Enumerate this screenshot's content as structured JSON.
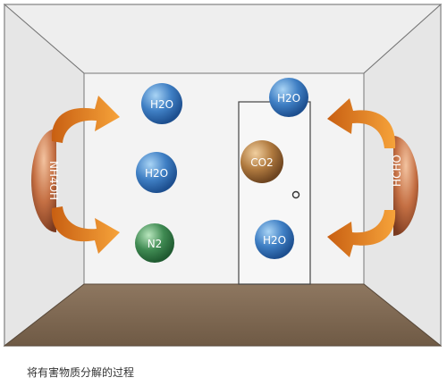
{
  "molecules": {
    "left_top": "H2O",
    "left_mid": "H2O",
    "left_bottom": "N2",
    "door_top": "H2O",
    "door_mid": "CO2",
    "door_bottom": "H2O"
  },
  "emitters": {
    "left": "NH4OH",
    "right": "HCHO"
  },
  "caption": "将有害物质分解的过程",
  "colors": {
    "water": "#3f7fc4",
    "nitrogen": "#3f8a52",
    "carbon_dioxide": "#b07a3f",
    "emitter": "#a85a3a",
    "arrow": "#f29a2e",
    "floor": "#8c7358",
    "wall": "#e9e9e9"
  }
}
